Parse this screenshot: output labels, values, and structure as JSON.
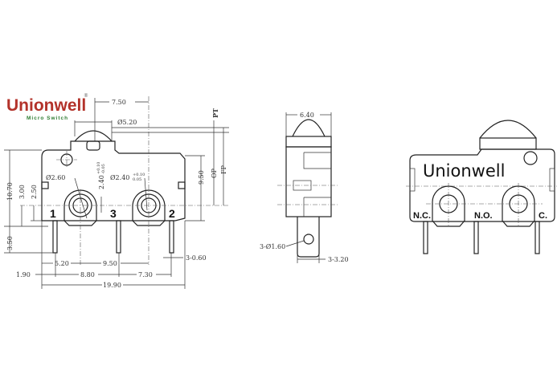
{
  "logo": {
    "brand": "Unionwell",
    "registered": "®",
    "subtitle": "Micro Switch",
    "brand_color": "#b3322a",
    "subtitle_color": "#2e7d32"
  },
  "front_view": {
    "pin_labels": [
      "1",
      "3",
      "2"
    ],
    "dimensions": {
      "actuator_offset": "7.50",
      "actuator_dia": "Ø5.20",
      "pt": "PT",
      "op": "OP",
      "fp": "FP",
      "height_950": "9.50",
      "height_1070": "10.70",
      "h_300": "3.00",
      "h_250": "2.50",
      "pin_len": "3.50",
      "hole_left": "Ø2.60",
      "hole_height": "2.40",
      "hole_height_tol_plus": "+0.10",
      "hole_height_tol_minus": "-0.05",
      "hole_right": "Ø2.40",
      "hole_right_tol_plus": "+0.10",
      "hole_right_tol_minus": "0.05",
      "b_520": "5.20",
      "b_950": "9.50",
      "b_190": "1.90",
      "b_880": "8.80",
      "b_730": "7.30",
      "b_1990": "19.90",
      "pin_thick": "3-0.60"
    }
  },
  "side_view": {
    "width": "6.40",
    "terminal_hole": "3-Ø1.60",
    "terminal_width": "3-3.20"
  },
  "back_view": {
    "marking": "Unionwell",
    "terminal_labels": [
      "N.C.",
      "N.O.",
      "C."
    ]
  }
}
